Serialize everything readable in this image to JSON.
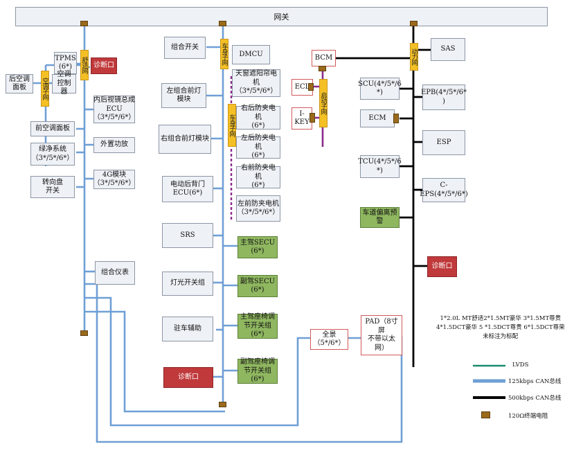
{
  "gateway": "网关",
  "buses": {
    "comfort": "舒适网",
    "ac": "空调子网",
    "body": "车身子网",
    "start": "启动子网",
    "power": "动力网"
  },
  "left": {
    "tpms": "TPMS\n(6*)",
    "diag": "诊断口",
    "rear_ac": "后空调面板",
    "ac_ctrl": "空调\n控制器",
    "mirror_ecu": "内后视镜总成\nECU\n（3*/5*/6*）",
    "front_ac": "前空调面板",
    "purifier": "绿净系统\n（3*/5*/6*）",
    "amp": "外置功放",
    "module4g": "4G模块\n（3*/5*/6*）",
    "steering": "转向盘\n开关",
    "cluster": "组合仪表"
  },
  "middle": {
    "combo_switch": "组合开关",
    "dmcu": "DMCU",
    "sunroof": "天窗遮阳帘电\n机（3*/5*/6*）",
    "left_headlamp": "左组合前灯模块",
    "rr_clip": "右后防夹电机\n(6*)",
    "right_headlamp": "右组合前灯模块",
    "lr_clip": "左后防夹电机\n(6*)",
    "rf_clip": "右前防夹电机\n(6*)",
    "tailgate": "电动后背门\nECU(6*)",
    "lf_clip": "左前防夹电机\n（3*/5*/6*）",
    "srs": "SRS",
    "d_secu": "主驾SECU\n(6*)",
    "light_switch": "灯光开关组",
    "p_secu": "副驾SECU\n(6*)",
    "park": "驻车辅助",
    "d_seat": "主驾座椅调\n节开关组(6*)",
    "diag": "诊断口",
    "p_seat": "副驾座椅调\n节开关组(6*)",
    "panorama": "全景（5*/6*）",
    "pad": "PAD（8寸屏\n不带以太网）"
  },
  "right": {
    "bcm": "BCM",
    "ecl": "ECL",
    "ikey": "I-\nKEY",
    "sas": "SAS",
    "scu": "SCU(4*/5*/6\n*)",
    "epb": "EPB(4*/5*/6*\n)",
    "ecm": "ECM",
    "esp": "ESP",
    "tcu": "TCU(4*/5*/6\n*)",
    "ceps": "C-\nEPS(4*/5*/6*)",
    "ldw": "车道偏离预\n警",
    "diag": "诊断口"
  },
  "notes": {
    "line1": "1*2.0L MT舒适2*1.5MT豪华  3*1.5MT尊贵",
    "line2": "4*1.5DCT豪华 5 *1.5DCT尊贵  6*1.5DCT尊荣",
    "line3": "未标注为标配"
  },
  "legend": {
    "lvds": "LVDS",
    "can125": "125kbps CAN总线",
    "can500": "500kbps CAN总线",
    "resistor": "120Ω终端电阻"
  },
  "colors": {
    "lvds": "#1a8a6e",
    "can125": "#6f9fd6",
    "can500": "#000000",
    "lin": "#8b2a8b",
    "resistor": "#9a6a1c",
    "bus_tag": "#f5c025",
    "diag": "#c0393b",
    "green_module": "#8fb760"
  }
}
